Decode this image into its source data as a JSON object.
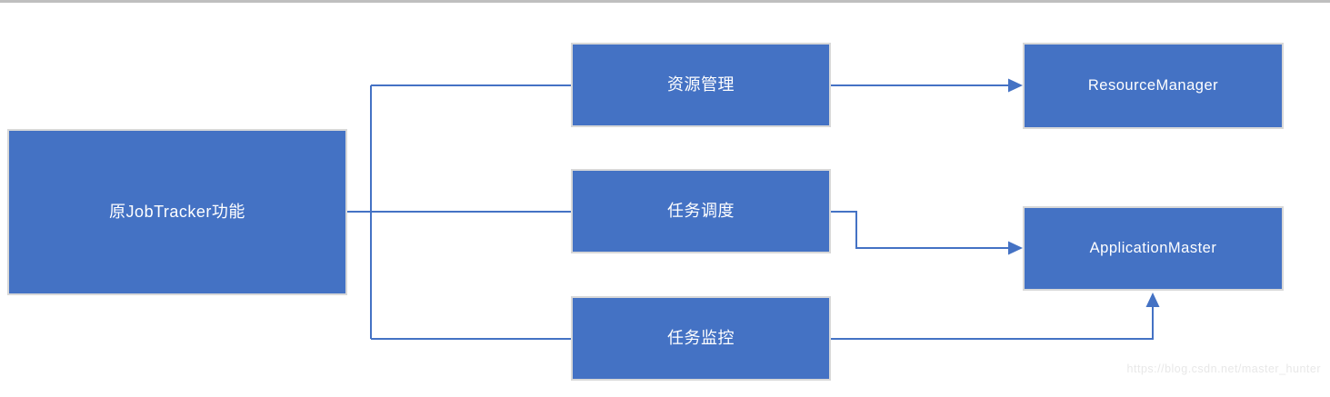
{
  "diagram": {
    "title_hint": "JobTracker functions split into YARN components",
    "nodes": {
      "jobtracker": {
        "label": "原JobTracker功能"
      },
      "resource_mgmt": {
        "label": "资源管理"
      },
      "task_scheduling": {
        "label": "任务调度"
      },
      "task_monitoring": {
        "label": "任务监控"
      },
      "resource_manager": {
        "label": "ResourceManager"
      },
      "application_master": {
        "label": "ApplicationMaster"
      }
    },
    "edges": [
      {
        "from": "jobtracker",
        "to": "resource_mgmt",
        "arrow": false
      },
      {
        "from": "jobtracker",
        "to": "task_scheduling",
        "arrow": false
      },
      {
        "from": "jobtracker",
        "to": "task_monitoring",
        "arrow": false
      },
      {
        "from": "resource_mgmt",
        "to": "resource_manager",
        "arrow": true
      },
      {
        "from": "task_scheduling",
        "to": "application_master",
        "arrow": true
      },
      {
        "from": "task_monitoring",
        "to": "application_master",
        "arrow": true
      }
    ],
    "colors": {
      "node_fill": "#4472C4",
      "node_border": "#D8D8D8",
      "node_text": "#FFFFFF",
      "connector": "#4472C4",
      "top_rule": "#BFBFBF",
      "watermark_text": "#E8E8E8",
      "background": "#FFFFFF"
    },
    "watermark": "https://blog.csdn.net/master_hunter"
  }
}
